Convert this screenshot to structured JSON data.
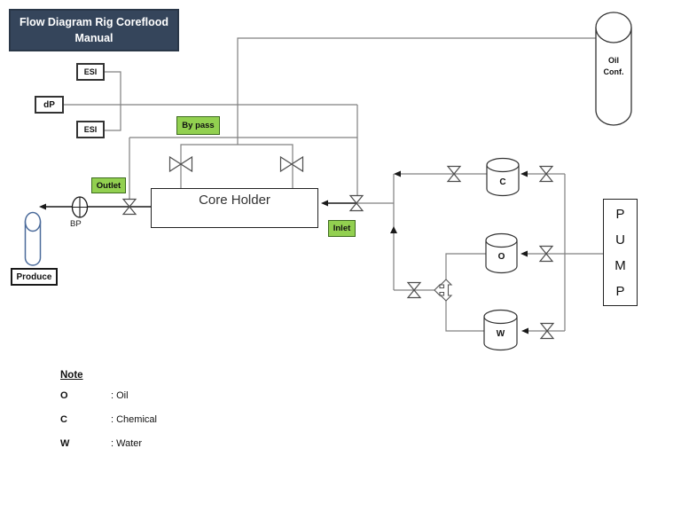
{
  "title": {
    "line1": "Flow Diagram Rig Coreflood",
    "line2": "Manual"
  },
  "instruments": {
    "esi_top": "ESI",
    "dp": "dP",
    "esi_bottom": "ESI",
    "bp": "BP"
  },
  "flow_labels": {
    "bypass": "By pass",
    "outlet": "Outlet",
    "inlet": "Inlet"
  },
  "equipment": {
    "core_holder": "Core Holder",
    "pump": "P\nU\nM\nP",
    "oil_conf": "Oil\nConf.",
    "produce": "Produce",
    "cylinders": {
      "c": "C",
      "o": "O",
      "w": "W"
    }
  },
  "note": {
    "heading": "Note",
    "rows": [
      {
        "key": "O",
        "desc": ": Oil"
      },
      {
        "key": "C",
        "desc": ": Chemical"
      },
      {
        "key": "W",
        "desc": ": Water"
      }
    ]
  },
  "colors": {
    "accent_green": "#92d050",
    "green_border": "#3d6b1e",
    "title_bg": "#35455b",
    "title_border": "#2a3748",
    "pipe_gray": "#808080",
    "ink_black": "#1a1a1a",
    "tube_blue": "#4a6a9a"
  }
}
